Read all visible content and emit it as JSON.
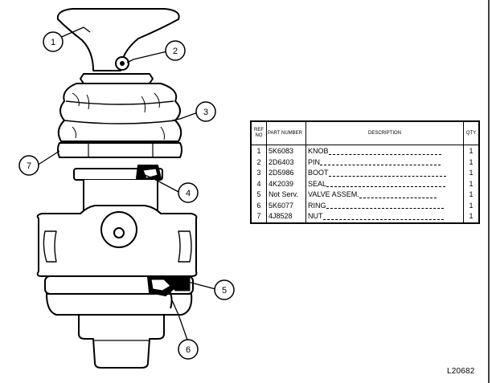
{
  "callouts": [
    "1",
    "2",
    "3",
    "4",
    "5",
    "6",
    "7"
  ],
  "table": {
    "headers": {
      "ref": "REF NO",
      "part": "PART NUMBER",
      "description": "DESCRIPTION",
      "qty": "QTY"
    },
    "rows": [
      {
        "ref": "1",
        "part": "5K6083",
        "description": "KNOB",
        "qty": "1"
      },
      {
        "ref": "2",
        "part": "2D6403",
        "description": "PIN",
        "qty": "1"
      },
      {
        "ref": "3",
        "part": "2D5986",
        "description": "BOOT",
        "qty": "1"
      },
      {
        "ref": "4",
        "part": "4K2039",
        "description": "SEAL",
        "qty": "1"
      },
      {
        "ref": "5",
        "part": "Not Serv.",
        "description": "VALVE ASSEM.",
        "qty": "1"
      },
      {
        "ref": "6",
        "part": "5K6077",
        "description": "RING",
        "qty": "1"
      },
      {
        "ref": "7",
        "part": "4J8528",
        "description": "NUT",
        "qty": "1"
      }
    ]
  },
  "drawing_id": "L20682"
}
